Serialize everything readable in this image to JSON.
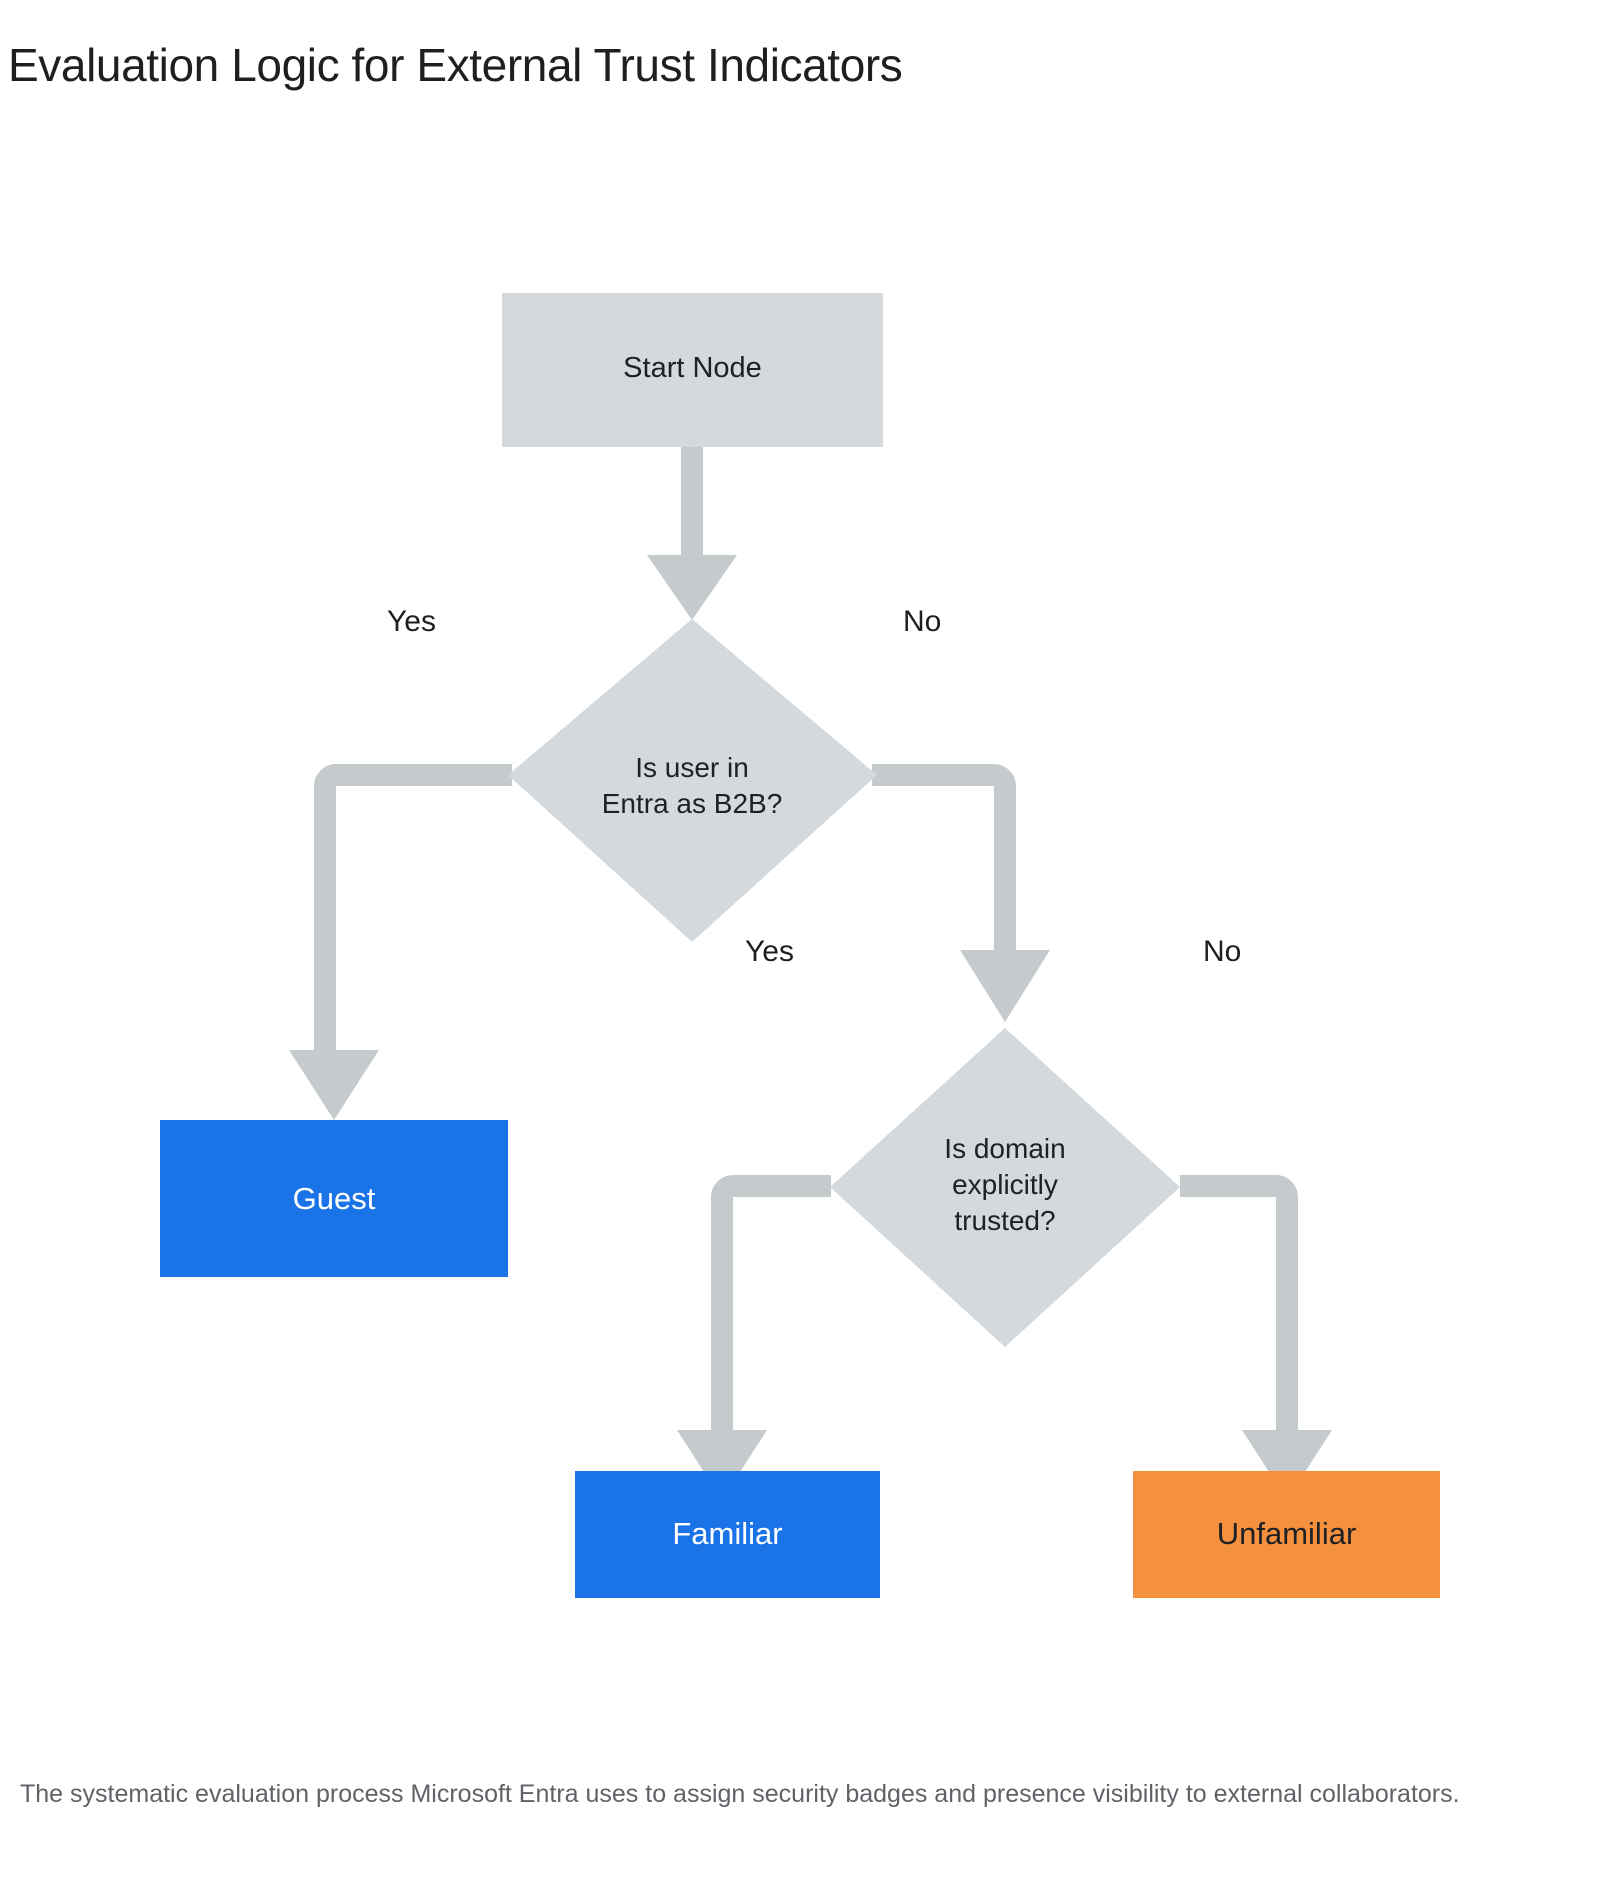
{
  "page": {
    "title": "Evaluation Logic for External Trust Indicators",
    "caption": "The systematic evaluation process Microsoft Entra uses to assign security badges and presence visibility to external collaborators."
  },
  "theme": {
    "background": "#ffffff",
    "shape_gray": "#d4d9dd",
    "connector_gray": "#c5cacd",
    "accent_blue": "#1b73e8",
    "accent_orange": "#f5913e",
    "title_color": "#1f1f1f",
    "caption_color": "#5f6368"
  },
  "chart_data": {
    "type": "flowchart",
    "title": "Evaluation Logic for External Trust Indicators",
    "orientation": "top-down",
    "nodes": [
      {
        "id": "start",
        "label": "Start Node",
        "shape": "rectangle",
        "fill": "#d4d9dd",
        "text_color": "#202124"
      },
      {
        "id": "q_b2b",
        "label": "Is user in\nEntra as B2B?",
        "shape": "diamond",
        "fill": "#d4d9dd",
        "text_color": "#202124"
      },
      {
        "id": "guest",
        "label": "Guest",
        "shape": "rectangle",
        "fill": "#1b73e8",
        "text_color": "#ffffff"
      },
      {
        "id": "q_domain",
        "label": "Is domain\nexplicitly\ntrusted?",
        "shape": "diamond",
        "fill": "#d4d9dd",
        "text_color": "#202124"
      },
      {
        "id": "familiar",
        "label": "Familiar",
        "shape": "rectangle",
        "fill": "#1b73e8",
        "text_color": "#ffffff"
      },
      {
        "id": "unfamiliar",
        "label": "Unfamiliar",
        "shape": "rectangle",
        "fill": "#f5913e",
        "text_color": "#202124"
      }
    ],
    "edges": [
      {
        "from": "start",
        "to": "q_b2b",
        "label": ""
      },
      {
        "from": "q_b2b",
        "to": "guest",
        "label": "Yes"
      },
      {
        "from": "q_b2b",
        "to": "q_domain",
        "label": "No"
      },
      {
        "from": "q_domain",
        "to": "familiar",
        "label": "Yes"
      },
      {
        "from": "q_domain",
        "to": "unfamiliar",
        "label": "No"
      }
    ],
    "edge_labels": [
      "Yes",
      "No",
      "Yes",
      "No"
    ]
  }
}
